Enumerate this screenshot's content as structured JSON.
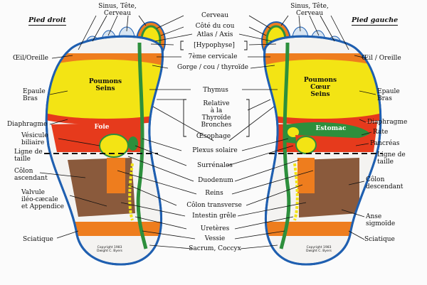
{
  "headers": {
    "left": "Pied droit",
    "right": "Pied gauche"
  },
  "center": {
    "cerveau": "Cerveau",
    "cote_du_cou": "Côté du cou",
    "atlas_axis": "Atlas / Axis",
    "hypophyse": "Hypophyse",
    "septieme_cervicale": "7ème cervicale",
    "gorge": "Gorge / cou / thyroïde",
    "thymus": "Thymus",
    "relative_box": [
      "Relative",
      "à la",
      "Thyroïde",
      "Bronches"
    ],
    "oesophage": "Œsophage",
    "plexus": "Plexus solaire",
    "surrenales": "Surrénales",
    "duodenum": "Duodenum",
    "reins": "Reins",
    "colon_transverse": "Côlon transverse",
    "intestin": "Intestin grêle",
    "ureteres": "Uretères",
    "vessie": "Vessie",
    "sacrum": "Sacrum, Coccyx"
  },
  "left_labels": {
    "sinus": [
      "Sinus, Tête,",
      "Cerveau"
    ],
    "oeil": "Œil/Oreille",
    "epaule": [
      "Epaule",
      "Bras"
    ],
    "diaphragme": "Diaphragme",
    "vesicule": [
      "Vésicule",
      "biliaire"
    ],
    "ligne": [
      "Ligne de",
      "taille"
    ],
    "colon_ascendant": [
      "Côlon",
      "ascendant"
    ],
    "valvule": [
      "Valvule",
      "iléo-cæcale",
      "et Appendice"
    ],
    "sciatique": "Sciatique"
  },
  "right_labels": {
    "sinus": [
      "Sinus, Tête,",
      "Cerveau"
    ],
    "oeil": "Œil / Oreille",
    "epaule": [
      "Epaule",
      "Bras"
    ],
    "diaphragme": "Diaphragme",
    "rate": "Rate",
    "pancreas": "Pancréas",
    "ligne": [
      "Ligne de",
      "taille"
    ],
    "colon_descendant": [
      "Côlon",
      "descendant"
    ],
    "anse": [
      "Anse",
      "sigmoïde"
    ],
    "sciatique": "Sciatique"
  },
  "foot_left": {
    "poumons": [
      "Poumons",
      "Seins"
    ],
    "foie": "Foie"
  },
  "foot_right": {
    "poumons": [
      "Poumons",
      "Cœur",
      "Seins"
    ],
    "estomac": "Estomac"
  },
  "copyright": [
    "Copyright 1983",
    "Dwight C. Byers"
  ],
  "colors": {
    "yellow": "#f3e414",
    "orange": "#ee7d1e",
    "red": "#e63a1c",
    "green": "#2d8f3c",
    "blue": "#1f5fb0",
    "brown": "#8a5a3c",
    "skin": "#f4f3f1",
    "pale_blue": "#d8e5f2"
  }
}
